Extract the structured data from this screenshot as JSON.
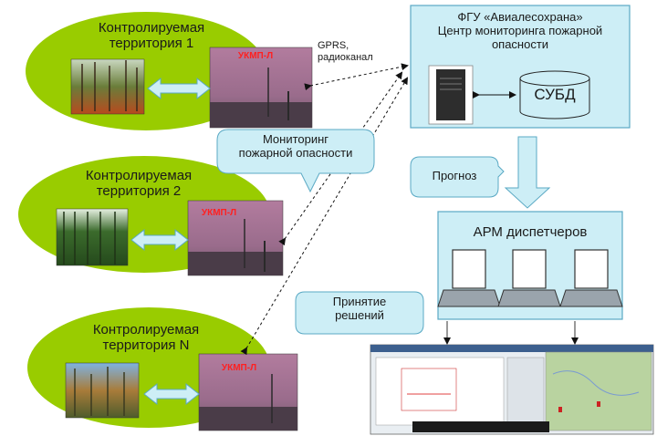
{
  "territories": [
    {
      "title_line1": "Контролируемая",
      "title_line2": "территория 1",
      "station_label": "УКМП-Л"
    },
    {
      "title_line1": "Контролируемая",
      "title_line2": "территория 2",
      "station_label": "УКМП-Л"
    },
    {
      "title_line1": "Контролируемая",
      "title_line2": "территория N",
      "station_label": "УКМП-Л"
    }
  ],
  "link": {
    "line1": "GPRS,",
    "line2": "радиоканал"
  },
  "center": {
    "line1": "ФГУ «Авиалесохрана»",
    "line2": "Центр мониторинга пожарной",
    "line3": "опасности",
    "db_label": "СУБД"
  },
  "callouts": {
    "monitoring_line1": "Мониторинг",
    "monitoring_line2": "пожарной опасности",
    "forecast": "Прогноз",
    "decision_line1": "Принятие",
    "decision_line2": "решений"
  },
  "arm": {
    "title": "АРМ диспетчеров"
  },
  "colors": {
    "territory_green": "#99cc00",
    "box_cyan": "#cdeef6",
    "box_border": "#5aa9c4",
    "station_red": "#ff2020"
  }
}
